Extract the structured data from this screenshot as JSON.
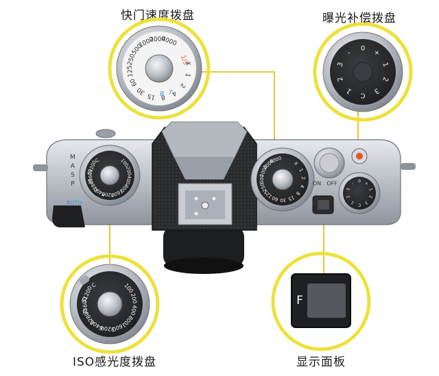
{
  "captions": {
    "shutter": "快门速度拨盘",
    "exposure": "曝光补偿拨盘",
    "iso": "ISO感光度拨盘",
    "panel": "显示面板"
  },
  "mode_dial": {
    "modes": [
      "M",
      "A",
      "S",
      "P"
    ],
    "auto": "AUTO"
  },
  "iso_values": [
    "100",
    "200",
    "400",
    "800",
    "1600",
    "3200",
    "6400",
    "12800",
    "25600",
    "51200",
    "C"
  ],
  "shutter_values": [
    "X",
    "1",
    "2",
    "4",
    "8",
    "15",
    "30",
    "60",
    "125",
    "250",
    "500",
    "1000",
    "2000",
    "4000"
  ],
  "shutter_special": {
    "one_third": "1/3",
    "bulb_time": "T",
    "bulb": "B"
  },
  "exposure_values": [
    "0",
    "+",
    "1",
    "2",
    "3",
    "C",
    "1",
    "2",
    "3",
    "-"
  ],
  "power": {
    "on": "ON",
    "off": "OFF"
  },
  "panel": {
    "letter": "F"
  },
  "colors": {
    "caption_circle": "#ede13a",
    "connector": "#d9b800",
    "silver": "#c8ccd2",
    "dial_dark": "#2b2d30",
    "accent_red": "#e05a24",
    "accent_blue": "#3b8fd4"
  }
}
